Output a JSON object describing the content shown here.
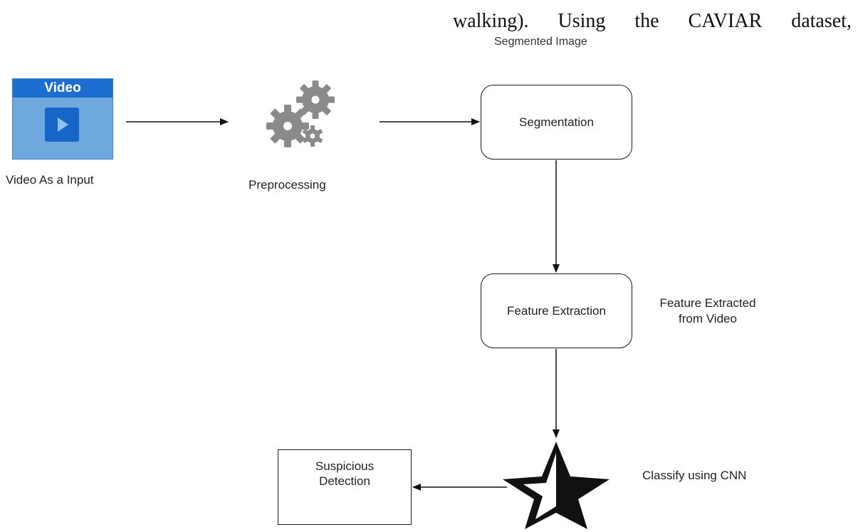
{
  "header": {
    "words": [
      "walking).",
      "Using",
      "the",
      "CAVIAR",
      "dataset,"
    ]
  },
  "nodes": {
    "video": {
      "icon_title": "Video",
      "label": "Video As a Input",
      "icon": "video-play-icon"
    },
    "preprocessing": {
      "label": "Preprocessing",
      "icon": "gears-icon"
    },
    "segmentation": {
      "label": "Segmentation",
      "annotation": "Segmented Image"
    },
    "feature_extraction": {
      "label": "Feature Extraction",
      "annotation_line1": "Feature Extracted",
      "annotation_line2": "from Video"
    },
    "classify": {
      "annotation": "Classify using CNN",
      "icon": "half-filled-star-icon"
    },
    "suspicious": {
      "label_line1": "Suspicious",
      "label_line2": "Detection"
    }
  },
  "colors": {
    "video_body": "#6fa8dc",
    "video_header": "#1c6fd1",
    "play_button": "#1566c8",
    "gear": "#8a8a8a",
    "line": "#111111"
  }
}
